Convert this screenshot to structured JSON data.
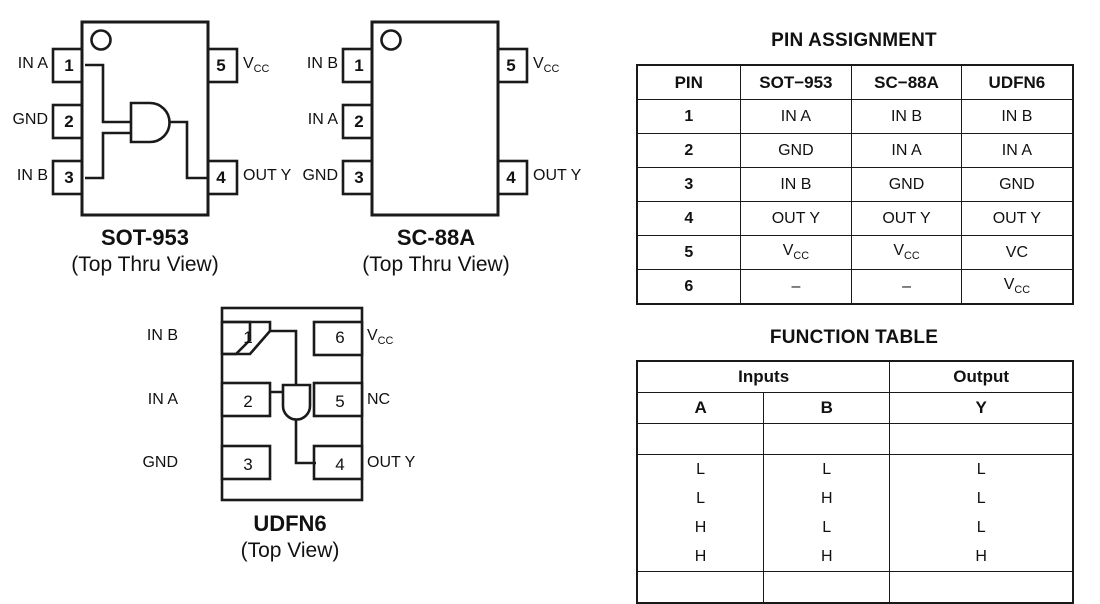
{
  "packages": [
    {
      "id": "sot-953",
      "title": "SOT-953",
      "subtitle": "(Top Thru View)",
      "pins": [
        {
          "num": "1",
          "label": "IN A",
          "side": "left"
        },
        {
          "num": "2",
          "label": "GND",
          "side": "left"
        },
        {
          "num": "3",
          "label": "IN B",
          "side": "left"
        },
        {
          "num": "4",
          "label": "OUT Y",
          "side": "right"
        },
        {
          "num": "5",
          "label": "VCC",
          "side": "right"
        }
      ]
    },
    {
      "id": "sc-88a",
      "title": "SC-88A",
      "subtitle": "(Top Thru View)",
      "pins": [
        {
          "num": "1",
          "label": "IN B",
          "side": "left"
        },
        {
          "num": "2",
          "label": "IN A",
          "side": "left"
        },
        {
          "num": "3",
          "label": "GND",
          "side": "left"
        },
        {
          "num": "4",
          "label": "OUT Y",
          "side": "right"
        },
        {
          "num": "5",
          "label": "VCC",
          "side": "right"
        }
      ]
    },
    {
      "id": "udfn6",
      "title": "UDFN6",
      "subtitle": "(Top View)",
      "pins": [
        {
          "num": "1",
          "label": "IN B",
          "side": "left"
        },
        {
          "num": "2",
          "label": "IN A",
          "side": "left"
        },
        {
          "num": "3",
          "label": "GND",
          "side": "left"
        },
        {
          "num": "4",
          "label": "OUT Y",
          "side": "right"
        },
        {
          "num": "5",
          "label": "NC",
          "side": "right"
        },
        {
          "num": "6",
          "label": "VCC",
          "side": "right"
        }
      ]
    }
  ],
  "pin_labels": {
    "sot953_1": "IN A",
    "sot953_2": "GND",
    "sot953_3": "IN B",
    "sot953_4": "OUT Y",
    "sc88a_1": "IN B",
    "sc88a_2": "IN A",
    "sc88a_3": "GND",
    "sc88a_4": "OUT Y",
    "udfn6_1": "IN B",
    "udfn6_2": "IN A",
    "udfn6_3": "GND",
    "udfn6_4": "OUT Y",
    "udfn6_5": "NC"
  },
  "pin_numbers": {
    "n1": "1",
    "n2": "2",
    "n3": "3",
    "n4": "4",
    "n5": "5",
    "n6": "6"
  },
  "pin_assignment": {
    "title": "PIN ASSIGNMENT",
    "columns": [
      "PIN",
      "SOT−953",
      "SC−88A",
      "UDFN6"
    ],
    "rows": [
      {
        "pin": "1",
        "sot953": "IN A",
        "sc88a": "IN B",
        "udfn6": "IN B"
      },
      {
        "pin": "2",
        "sot953": "GND",
        "sc88a": "IN A",
        "udfn6": "IN A"
      },
      {
        "pin": "3",
        "sot953": "IN B",
        "sc88a": "GND",
        "udfn6": "GND"
      },
      {
        "pin": "4",
        "sot953": "OUT Y",
        "sc88a": "OUT Y",
        "udfn6": "OUT Y"
      },
      {
        "pin": "5",
        "sot953": "VCC",
        "sc88a": "VCC",
        "udfn6": "VC"
      },
      {
        "pin": "6",
        "sot953": "–",
        "sc88a": "–",
        "udfn6": "VCC"
      }
    ]
  },
  "function_table": {
    "title": "FUNCTION TABLE",
    "group_headers": [
      "Inputs",
      "Output"
    ],
    "columns": [
      "A",
      "B",
      "Y"
    ],
    "rows": [
      {
        "a": "L",
        "b": "L",
        "y": "L"
      },
      {
        "a": "L",
        "b": "H",
        "y": "L"
      },
      {
        "a": "H",
        "b": "L",
        "y": "L"
      },
      {
        "a": "H",
        "b": "H",
        "y": "H"
      }
    ]
  },
  "colors": {
    "line": "#1a1a1a",
    "text": "#111111",
    "background": "#ffffff"
  }
}
